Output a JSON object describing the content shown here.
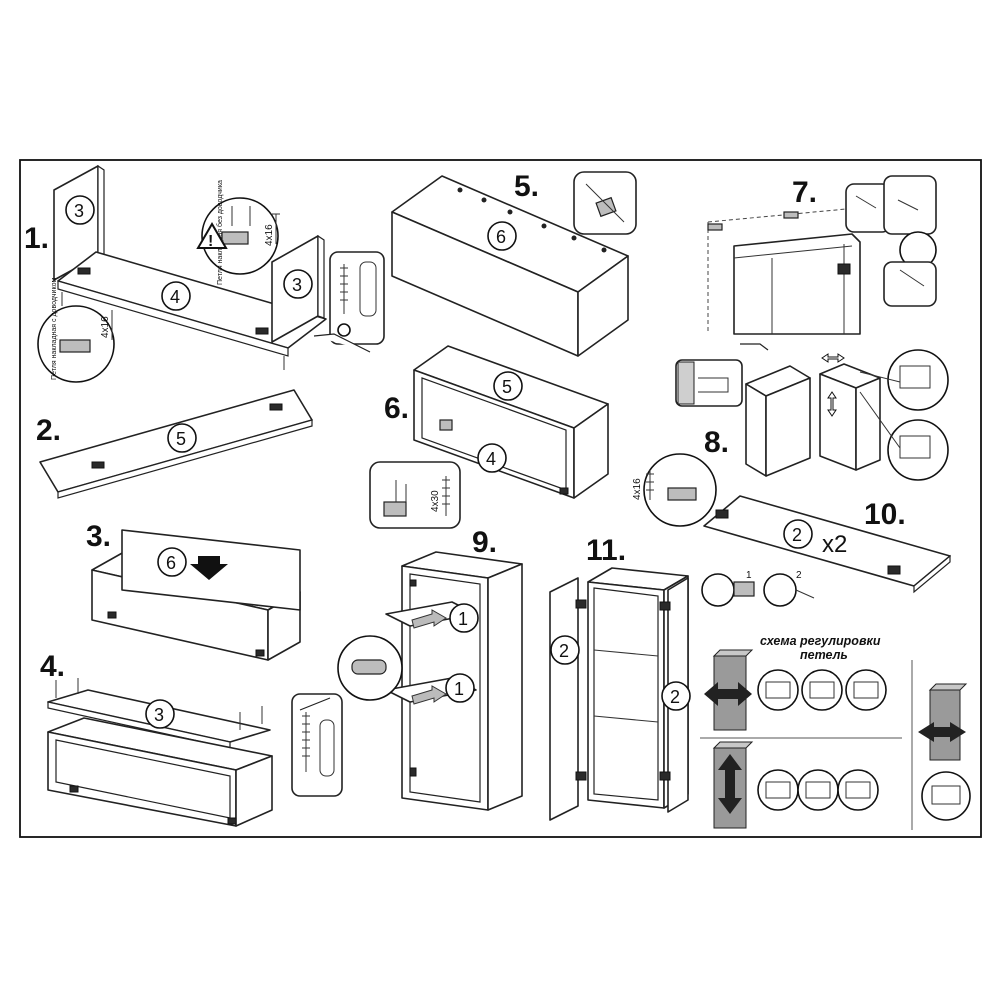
{
  "steps": {
    "s1": "1.",
    "s2": "2.",
    "s3": "3.",
    "s4": "4.",
    "s5": "5.",
    "s6": "6.",
    "s7": "7.",
    "s8": "8.",
    "s9": "9.",
    "s10": "10.",
    "s11": "11."
  },
  "parts": {
    "p3": "3",
    "p4": "4",
    "p5": "5",
    "p6": "6",
    "p2": "2",
    "p1": "1"
  },
  "quantity": "x2",
  "screws": {
    "s4x16": "4x16",
    "s4x30": "4x30"
  },
  "hinge_notes": {
    "without_pad": "Петля накладная без доводчика",
    "with_pad": "Петля накладная с доводчиком"
  },
  "hinge_positions": {
    "h1": "1",
    "h2": "2"
  },
  "adjust_caption_1": "схема регулировки",
  "adjust_caption_2": "петель",
  "warning_symbol": "!"
}
